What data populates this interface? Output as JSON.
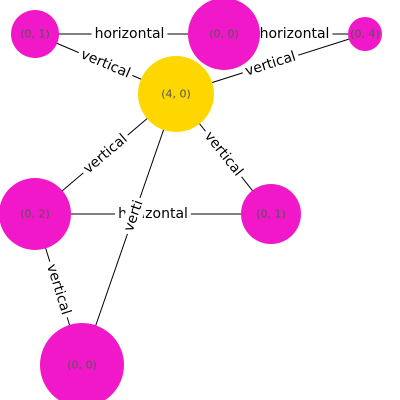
{
  "diagram": {
    "colors": {
      "root": "#FFD700",
      "node": "#F018C8",
      "edge": "#000000",
      "label": "#555555"
    },
    "nodes": [
      {
        "id": "n40",
        "label": "(4, 0)",
        "role": "root"
      },
      {
        "id": "n1",
        "label": "(0, 1)",
        "role": "node"
      },
      {
        "id": "n2",
        "label": "(0, 0)",
        "role": "node"
      },
      {
        "id": "n3",
        "label": "(0, 4)",
        "role": "node"
      },
      {
        "id": "n4",
        "label": "(0, 2)",
        "role": "node"
      },
      {
        "id": "n5",
        "label": "(0, 1)",
        "role": "node"
      },
      {
        "id": "n6",
        "label": "(0, 0)",
        "role": "node"
      }
    ],
    "edges": [
      {
        "from": "n1",
        "to": "n2",
        "label": "horizontal"
      },
      {
        "from": "n2",
        "to": "n3",
        "label": "horizontal"
      },
      {
        "from": "n40",
        "to": "n1",
        "label": "vertical"
      },
      {
        "from": "n40",
        "to": "n3",
        "label": "vertical"
      },
      {
        "from": "n40",
        "to": "n4",
        "label": "vertical"
      },
      {
        "from": "n40",
        "to": "n5",
        "label": "vertical"
      },
      {
        "from": "n4",
        "to": "n5",
        "label": "horizontal"
      },
      {
        "from": "n4",
        "to": "n6",
        "label": "vertical"
      },
      {
        "from": "n40",
        "to": "n6",
        "label": "verti"
      }
    ]
  }
}
